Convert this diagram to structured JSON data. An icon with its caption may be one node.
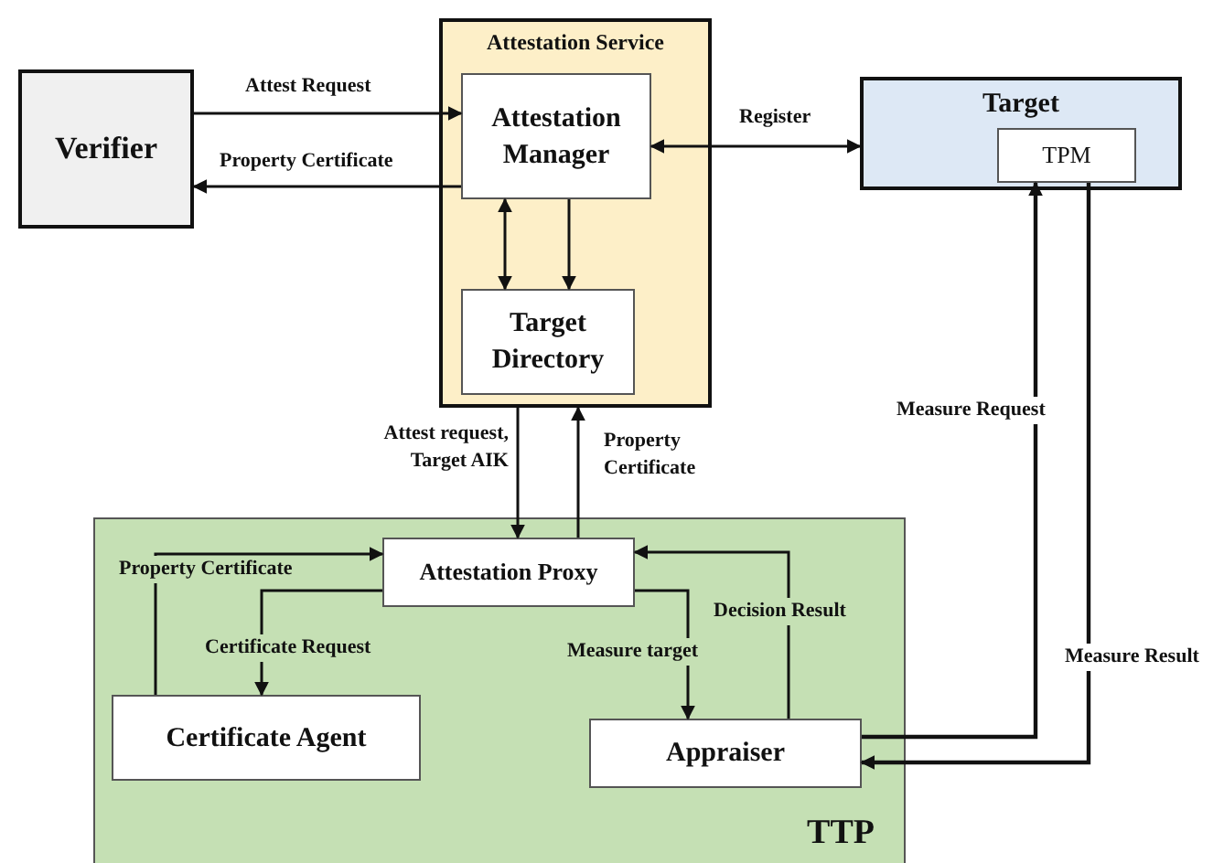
{
  "diagram": {
    "nodes": [
      {
        "text": [
          "Verifier"
        ]
      },
      {
        "text": [
          "Attestation Service"
        ]
      },
      {
        "text": [
          "Attestation Manager"
        ],
        "in": 1
      },
      {
        "text": [
          "Target Directory"
        ],
        "in": 1
      },
      {
        "text": [
          "Target"
        ]
      },
      {
        "text": [
          "TPM"
        ],
        "in": 4
      },
      {
        "text": [
          "TTP"
        ]
      },
      {
        "text": [
          "Attestation Proxy"
        ],
        "in": 6
      },
      {
        "text": [
          "Certificate Agent"
        ],
        "in": 6
      },
      {
        "text": [
          "Appraiser"
        ],
        "in": 6
      }
    ],
    "edges": [
      {
        "from": 0,
        "to": 2,
        "arrow": "to",
        "label": "Attest Request"
      },
      {
        "from": 2,
        "to": 0,
        "arrow": "to",
        "label": "Property Certificate"
      },
      {
        "from": 2,
        "to": 4,
        "arrow": "both",
        "label": "Register"
      },
      {
        "from": 2,
        "to": 3,
        "arrow": "both"
      },
      {
        "from": 2,
        "to": 3,
        "arrow": "to"
      },
      {
        "from": 1,
        "to": 7,
        "arrow": "to",
        "label": "Attest request, Target AIK"
      },
      {
        "from": 7,
        "to": 1,
        "arrow": "to",
        "label": "Property Certificate"
      },
      {
        "from": 8,
        "to": 7,
        "arrow": "to",
        "label": "Property Certificate"
      },
      {
        "from": 7,
        "to": 8,
        "arrow": "to",
        "label": "Certificate Request"
      },
      {
        "from": 7,
        "to": 9,
        "arrow": "to",
        "label": "Measure target"
      },
      {
        "from": 9,
        "to": 7,
        "arrow": "to",
        "label": "Decision Result"
      },
      {
        "from": 9,
        "to": 5,
        "arrow": "to",
        "label": "Measure Request"
      },
      {
        "from": 5,
        "to": 9,
        "arrow": "to",
        "label": "Measure Result"
      }
    ]
  }
}
